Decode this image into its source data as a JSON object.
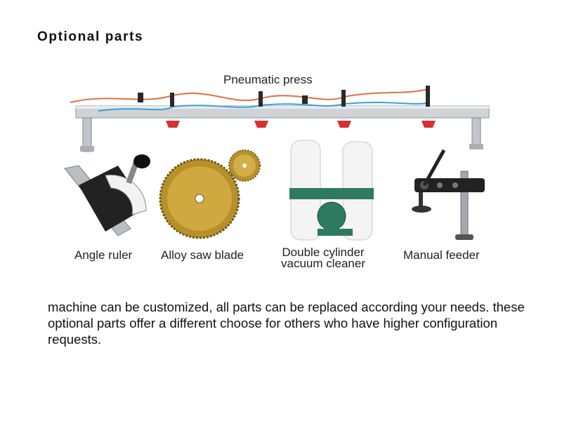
{
  "heading": "Optional parts",
  "parts": {
    "pneumatic_press": "Pneumatic press",
    "angle_ruler": "Angle ruler",
    "alloy_saw_blade": "Alloy saw blade",
    "vacuum_cleaner_line1": "Double cylinder",
    "vacuum_cleaner_line2": "vacuum cleaner",
    "manual_feeder": "Manual feeder"
  },
  "description": "machine can be customized, all parts can be replaced according your needs. these optional parts offer a different choose for others who have higher configuration requests."
}
